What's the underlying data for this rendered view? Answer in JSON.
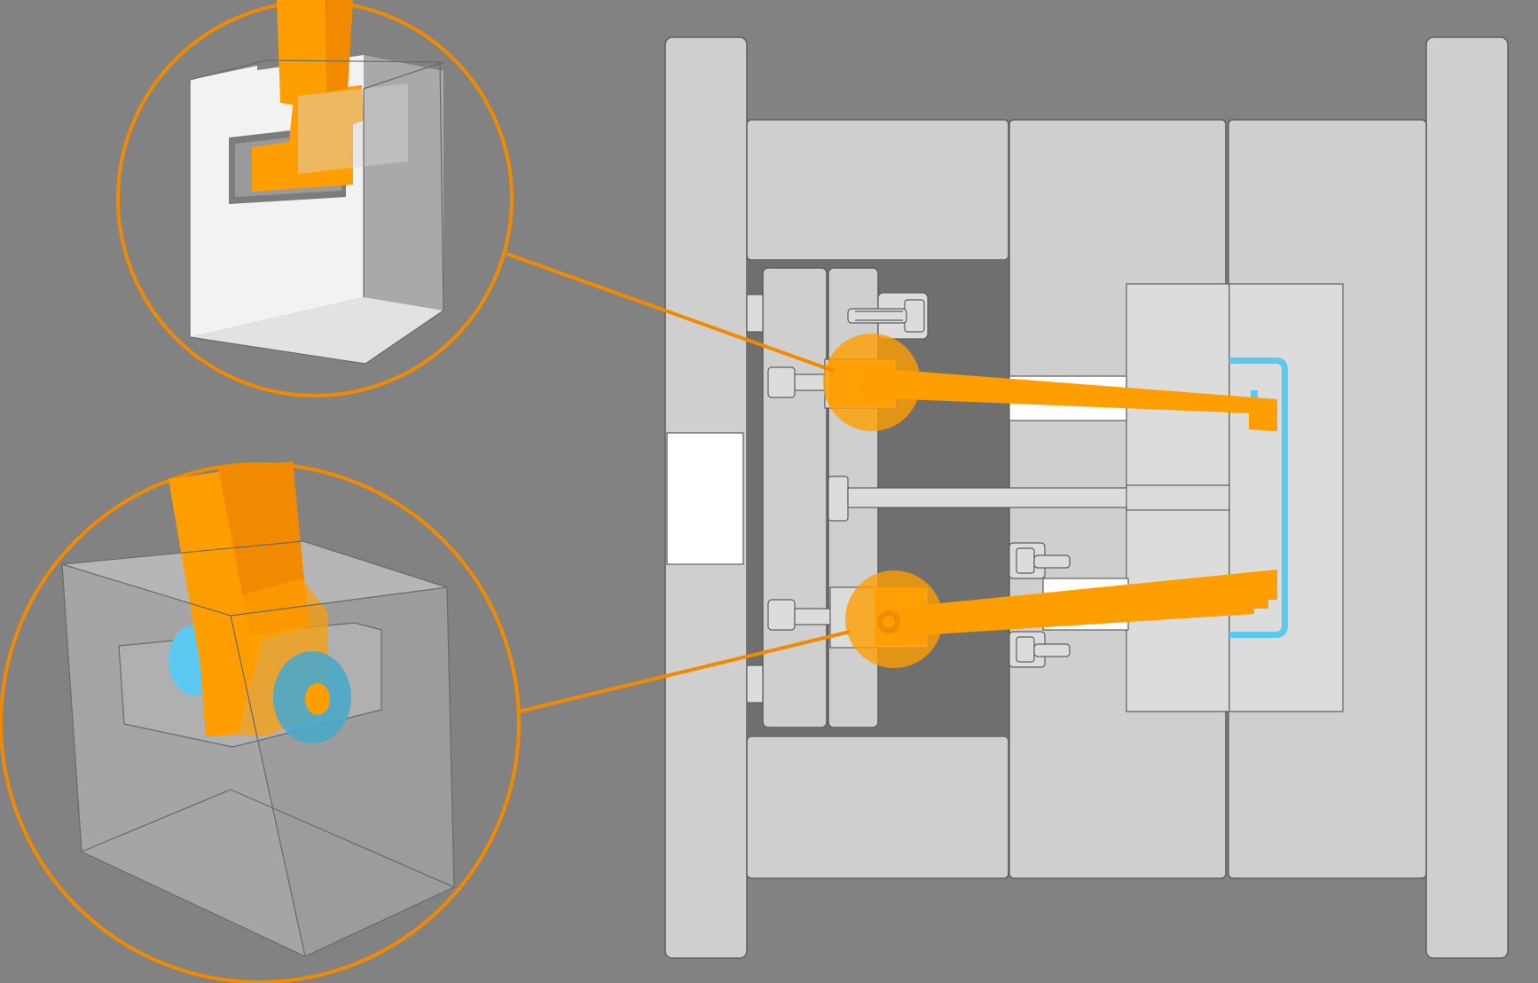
{
  "colors": {
    "background": "#828282",
    "plate": "#cfcfcf",
    "plate_light": "#dcdcdc",
    "plate_edge": "#5e5e5e",
    "accent": "#ff9e00",
    "accent_dark": "#f28a00",
    "part": "#5bc8f0",
    "white": "#ffffff"
  },
  "callouts": [
    {
      "name": "callout-top",
      "detail": "t-slot-lifter-connection"
    },
    {
      "name": "callout-bottom",
      "detail": "roller-lifter-connection"
    }
  ],
  "components": {
    "clamp_plates": 2,
    "lifter_rods": 2,
    "ejector_pins": 1,
    "molded_part": "c-channel"
  }
}
